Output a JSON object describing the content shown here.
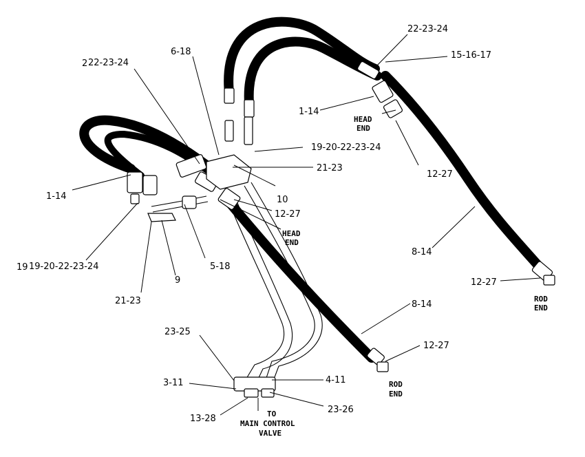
{
  "labels": {
    "l_22_23_24_top": "22-23-24",
    "l_15_16_17": "15-16-17",
    "l_6_18": "6-18",
    "l_2_22_23_24": "22-23-24",
    "l_2_prefix": "2",
    "l_1_14_right": "1-14",
    "l_head_end_right_1": "HEAD",
    "l_head_end_right_2": "END",
    "l_19_20_22_23_24_right": "19-20-22-23-24",
    "l_21_23_right": "21-23",
    "l_12_27_upper_right": "12-27",
    "l_1_14_left": "1-14",
    "l_10": "10",
    "l_12_27_mid": "12-27",
    "l_head_end_mid_1": "HEAD",
    "l_head_end_mid_2": "END",
    "l_19_prefix": "19",
    "l_19_20_22_23_24_left": "19-20-22-23-24",
    "l_5_18": "5-18",
    "l_8_14_upper": "8-14",
    "l_9": "9",
    "l_12_27_rod": "12-27",
    "l_rod_end_right_1": "ROD",
    "l_rod_end_right_2": "END",
    "l_21_23_left": "21-23",
    "l_8_14_lower": "8-14",
    "l_23_25": "23-25",
    "l_12_27_lower": "12-27",
    "l_3_11": "3-11",
    "l_4_11": "4-11",
    "l_rod_end_lower_1": "ROD",
    "l_rod_end_lower_2": "END",
    "l_23_26": "23-26",
    "l_13_28": "13-28",
    "l_to": "TO",
    "l_main_control": "MAIN CONTROL",
    "l_valve": "VALVE"
  }
}
